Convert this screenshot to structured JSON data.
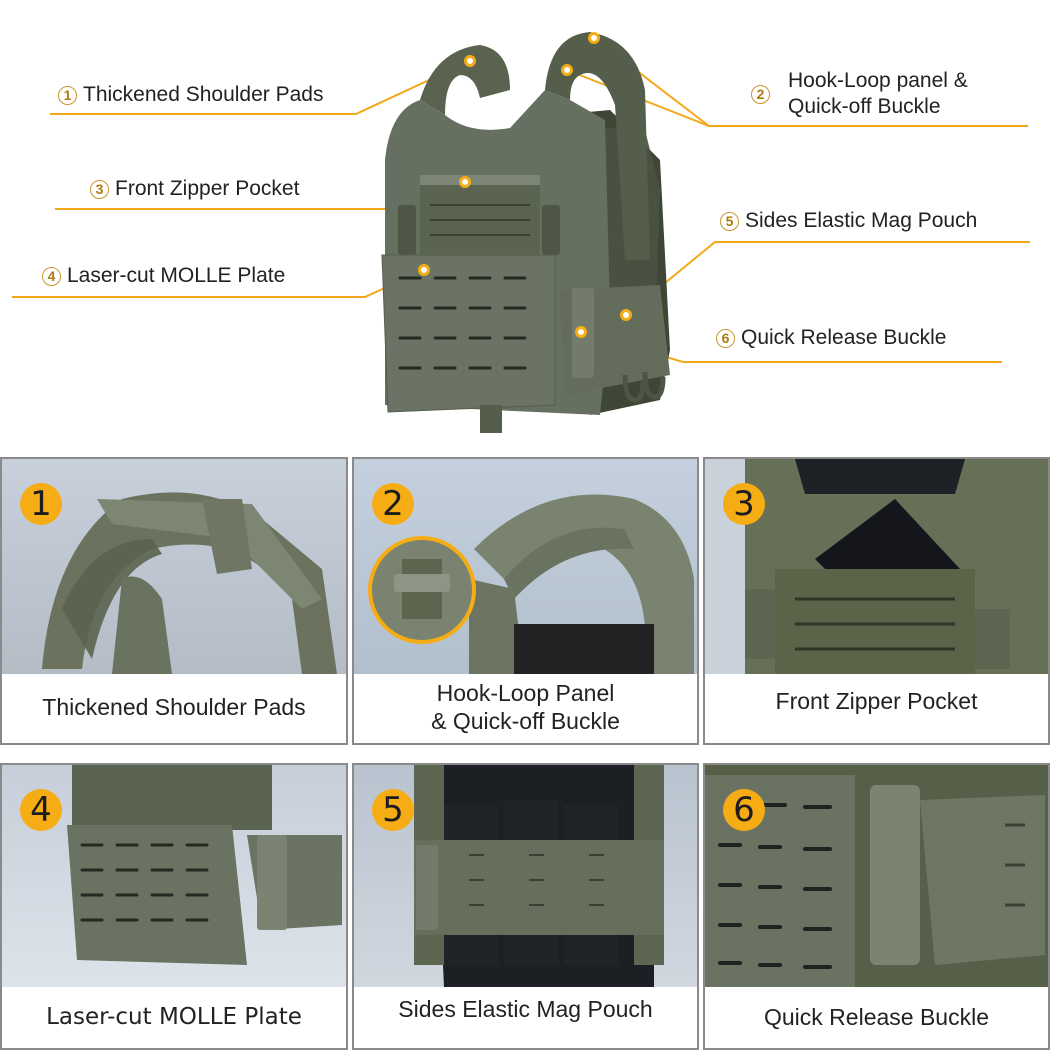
{
  "accent_color": "#f6ad15",
  "line_color": "#f2a81a",
  "vest_color": "#5e6654",
  "diagram": {
    "callouts": [
      {
        "num": "1",
        "label": "Thickened Shoulder Pads"
      },
      {
        "num": "2",
        "label_line1": "Hook-Loop panel &",
        "label_line2": "Quick-off Buckle"
      },
      {
        "num": "3",
        "label": "Front Zipper Pocket"
      },
      {
        "num": "4",
        "label": "Laser-cut MOLLE Plate"
      },
      {
        "num": "5",
        "label": "Sides Elastic Mag Pouch"
      },
      {
        "num": "6",
        "label": "Quick Release Buckle"
      }
    ]
  },
  "panels": [
    {
      "num": "1",
      "caption": "Thickened Shoulder Pads"
    },
    {
      "num": "2",
      "caption_line1": "Hook-Loop Panel",
      "caption_line2": "& Quick-off Buckle"
    },
    {
      "num": "3",
      "caption": "Front Zipper Pocket"
    },
    {
      "num": "4",
      "caption": "Laser-cut MOLLE Plate"
    },
    {
      "num": "5",
      "caption": "Sides Elastic Mag Pouch"
    },
    {
      "num": "6",
      "caption": "Quick Release Buckle"
    }
  ]
}
